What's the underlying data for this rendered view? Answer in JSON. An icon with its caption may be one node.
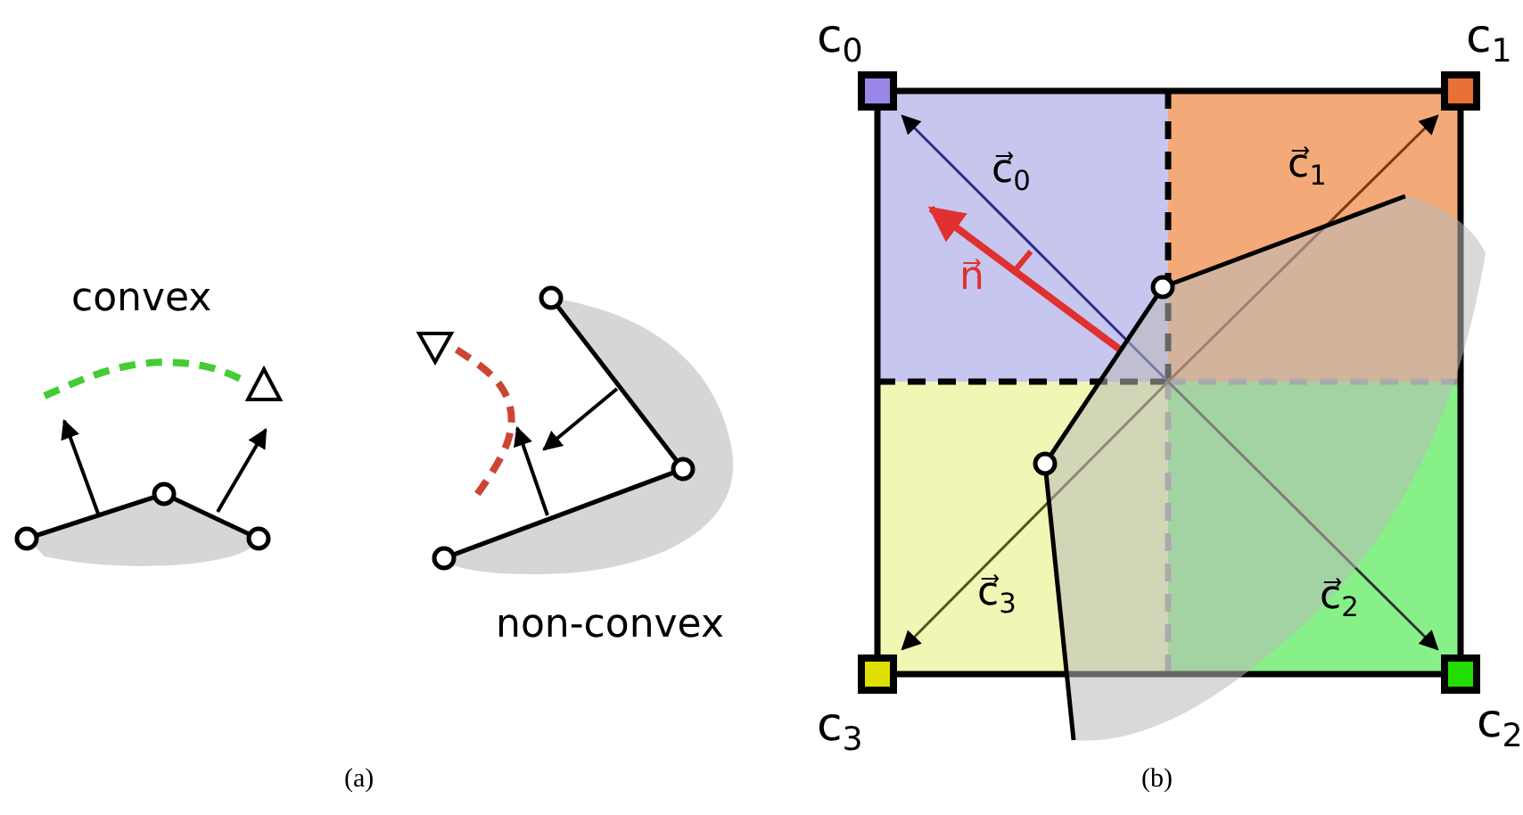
{
  "diagram": {
    "labels": [
      "convex",
      "non-convex",
      "c$_{0}$",
      "c$_{1}$",
      "c⃗$_{0}$",
      "c⃗$_{1}$",
      "n⃗",
      "c⃗$_{3}$",
      "c⃗$_{2}$",
      "c$_{3}$",
      "c$_{2}$",
      "(a)",
      "(b)"
    ]
  }
}
